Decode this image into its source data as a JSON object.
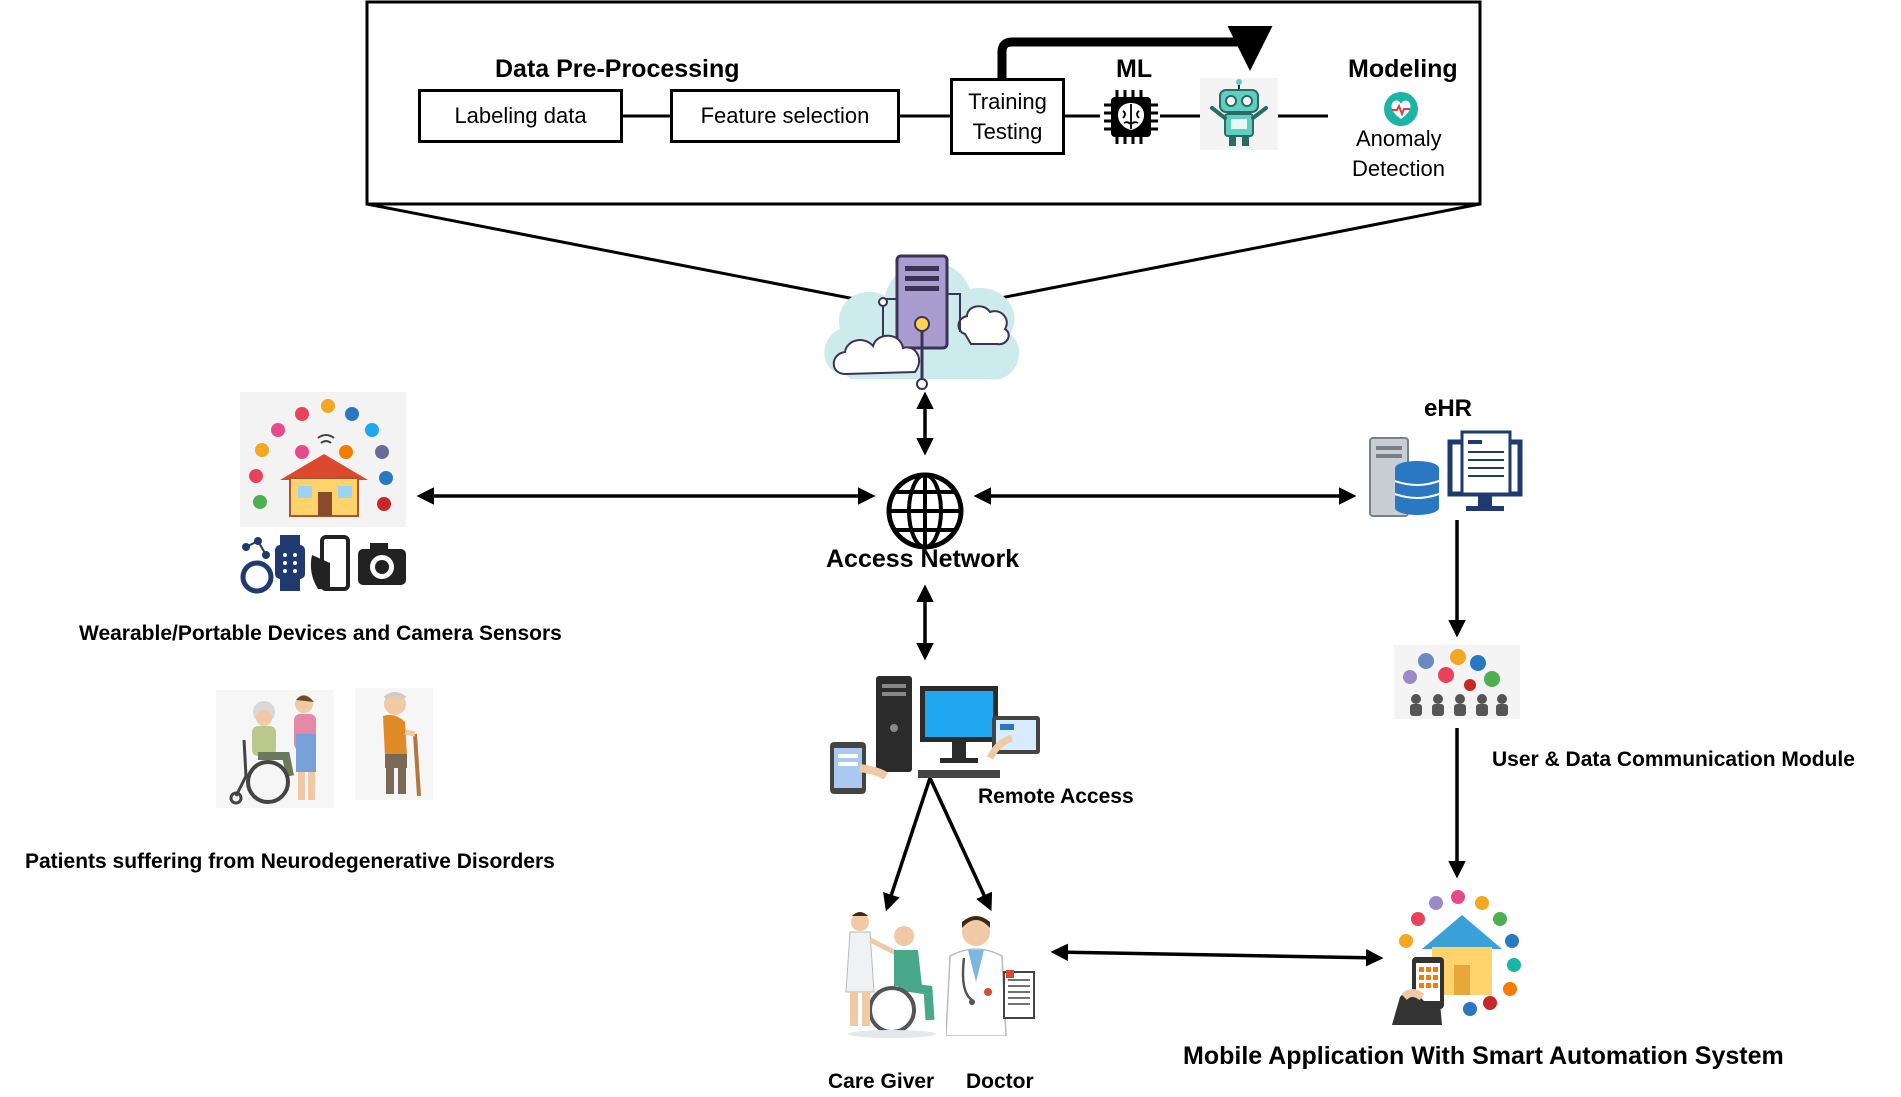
{
  "pipeline": {
    "preprocessing_title": "Data Pre-Processing",
    "labeling": "Labeling data",
    "feature": "Feature selection",
    "training": "Training",
    "testing": "Testing",
    "ml_title": "ML",
    "modeling_title": "Modeling",
    "anomaly_line1": "Anomaly",
    "anomaly_line2": "Detection"
  },
  "nodes": {
    "access_network": "Access Network",
    "ehr": "eHR",
    "wearables": "Wearable/Portable Devices and Camera Sensors",
    "patients": "Patients suffering from Neurodegenerative Disorders",
    "remote_access": "Remote Access",
    "comm_module": "User & Data Communication Module",
    "care_giver": "Care Giver",
    "doctor": "Doctor",
    "mobile_app": "Mobile Application With Smart Automation System"
  },
  "icons": {
    "cloud_server": "cloud-server-icon",
    "globe": "globe-icon",
    "chip": "brain-chip-icon",
    "robot": "robot-icon",
    "heart_monitor": "heart-monitor-icon",
    "smart_home": "smart-home-icon",
    "ehr": "database-monitor-icon"
  },
  "colors": {
    "line": "#000000",
    "cloud": "#cdeaec",
    "server": "#a99ccf",
    "robot": "#5fd0c0",
    "heart": "#e0404a",
    "house_roof": "#d94a2e",
    "house_wall": "#ffd36b",
    "monitor": "#1e6fb5",
    "screen": "#1fa8f0"
  }
}
